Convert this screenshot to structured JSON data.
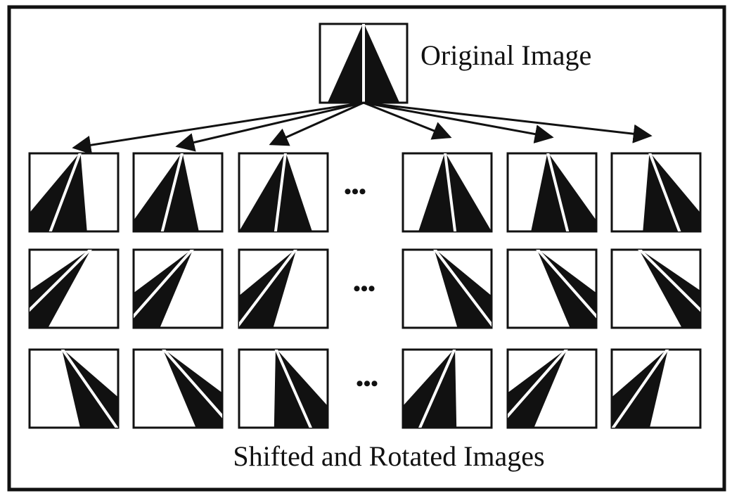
{
  "labels": {
    "original": "Original Image",
    "caption": "Shifted and Rotated Images",
    "ellipsis": "•••"
  },
  "colors": {
    "ink": "#111111",
    "background": "#ffffff"
  },
  "original_image": {
    "lean": 0
  },
  "grid": {
    "rows": [
      {
        "row": 1,
        "tiles": [
          {
            "lean": -0.3
          },
          {
            "lean": -0.2
          },
          {
            "lean": -0.1
          },
          {
            "lean": 0.1
          },
          {
            "lean": 0.2
          },
          {
            "lean": 0.3
          }
        ]
      },
      {
        "row": 2,
        "tiles": [
          {
            "lean": -0.8
          },
          {
            "lean": -0.7
          },
          {
            "lean": -0.6
          },
          {
            "lean": 0.6
          },
          {
            "lean": 0.7
          },
          {
            "lean": 0.8
          }
        ]
      },
      {
        "row": 3,
        "tiles": [
          {
            "lean": 0.55
          },
          {
            "lean": 0.7
          },
          {
            "lean": 0.35
          },
          {
            "lean": -0.35
          },
          {
            "lean": -0.7
          },
          {
            "lean": -0.55
          }
        ]
      }
    ]
  }
}
